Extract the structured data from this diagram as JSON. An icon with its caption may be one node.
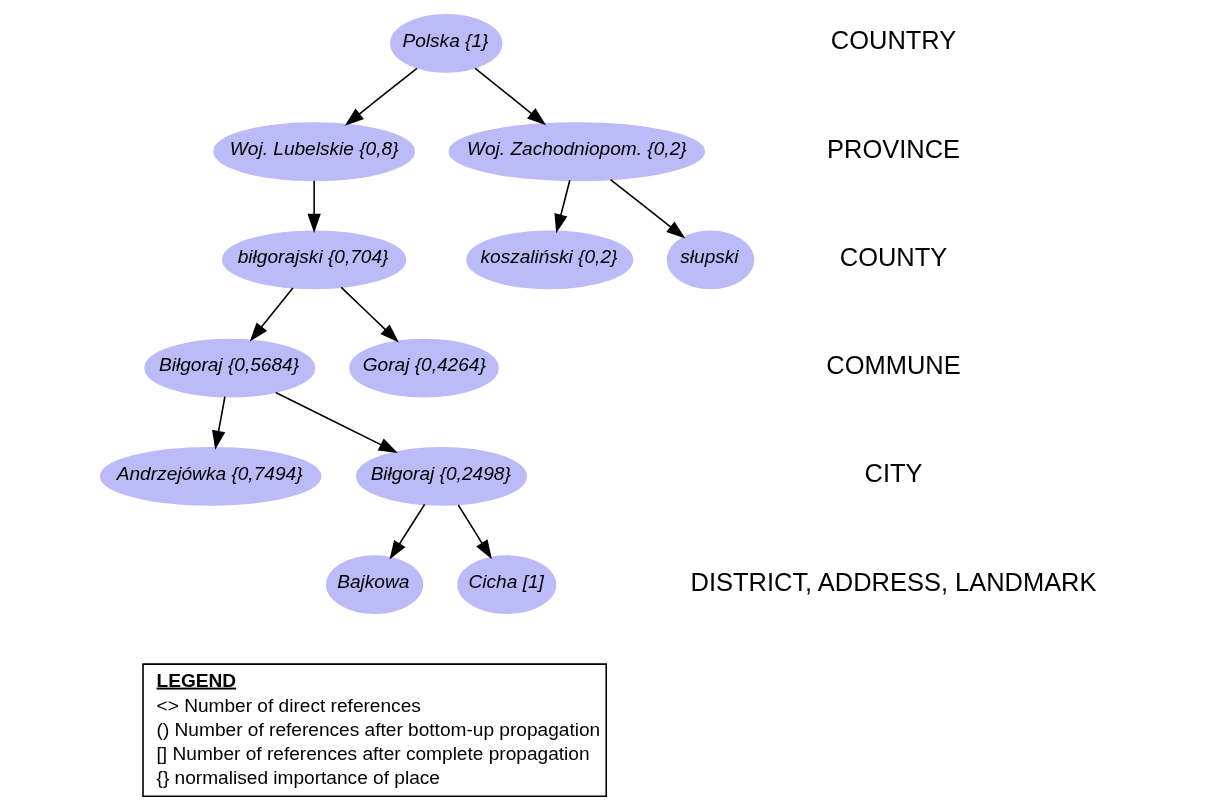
{
  "diagram": {
    "nodes": [
      {
        "text": [
          "Polska {1}"
        ]
      },
      {
        "text": [
          "Woj. Lubelskie {0,8}"
        ]
      },
      {
        "text": [
          "Woj. Zachodniopom. {0,2}"
        ]
      },
      {
        "text": [
          "biłgorajski {0,704}"
        ]
      },
      {
        "text": [
          "koszaliński {0,2}"
        ]
      },
      {
        "text": [
          "słupski"
        ]
      },
      {
        "text": [
          "Biłgoraj {0,5684}"
        ]
      },
      {
        "text": [
          "Goraj {0,4264}"
        ]
      },
      {
        "text": [
          "Andrzejówka {0,7494}"
        ]
      },
      {
        "text": [
          "Biłgoraj {0,2498}"
        ]
      },
      {
        "text": [
          "Bajkowa"
        ]
      },
      {
        "text": [
          "Cicha [1]"
        ]
      },
      {
        "text": [
          "LEGEND",
          "<> Number of direct references",
          "() Number of references after bottom-up propagation",
          "[] Number of references after complete propagation",
          "{} normalised importance of place"
        ]
      }
    ],
    "edges": [
      {
        "from": 0,
        "to": 1,
        "arrow": "to"
      },
      {
        "from": 0,
        "to": 2,
        "arrow": "to"
      },
      {
        "from": 1,
        "to": 3,
        "arrow": "to"
      },
      {
        "from": 2,
        "to": 4,
        "arrow": "to"
      },
      {
        "from": 2,
        "to": 5,
        "arrow": "to"
      },
      {
        "from": 3,
        "to": 6,
        "arrow": "to"
      },
      {
        "from": 3,
        "to": 7,
        "arrow": "to"
      },
      {
        "from": 6,
        "to": 8,
        "arrow": "to"
      },
      {
        "from": 6,
        "to": 9,
        "arrow": "to"
      },
      {
        "from": 9,
        "to": 10,
        "arrow": "to"
      },
      {
        "from": 9,
        "to": 11,
        "arrow": "to"
      }
    ],
    "labels": [
      "COUNTRY",
      "PROVINCE",
      "COUNTY",
      "COMMUNE",
      "CITY",
      "DISTRICT, ADDRESS, LANDMARK"
    ]
  }
}
